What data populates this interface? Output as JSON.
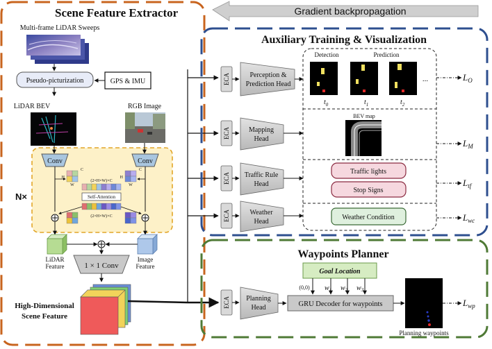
{
  "banner": {
    "gradient": "Gradient backpropagation"
  },
  "extractor": {
    "title": "Scene Feature Extractor",
    "lidar_sweeps": "Multi-frame LiDAR Sweeps",
    "pseudo": "Pseudo-picturization",
    "gps": "GPS & IMU",
    "lidar_bev": "LiDAR BEV",
    "rgb": "RGB Image",
    "conv": "Conv",
    "attn": "Self-Attention",
    "dim_top": "(2×H×W)×C",
    "dim_bot": "(2×H×W)×C",
    "h": "H",
    "w": "W",
    "c": "C",
    "nx": "N×",
    "lidar_feature": [
      "LiDAR",
      "Feature"
    ],
    "image_feature": [
      "Image",
      "Feature"
    ],
    "conv1x1": "1 × 1 Conv",
    "hd_feature": [
      "High-Dimensional",
      "Scene Feature"
    ]
  },
  "aux": {
    "title": "Auxiliary Training & Visualization",
    "eca": "ECA",
    "heads": [
      [
        "Perception &",
        "Prediction Head"
      ],
      [
        "Mapping",
        "Head"
      ],
      [
        "Traffic Rule",
        "Head"
      ],
      [
        "Weather",
        "Head"
      ]
    ],
    "detection": "Detection",
    "prediction": "Prediction",
    "ellipsis": "...",
    "t0": "t",
    "t0_sub": "0",
    "t1": "t",
    "t1_sub": "1",
    "t2": "t",
    "t2_sub": "2",
    "bev_map": "BEV map",
    "traffic_lights": "Traffic lights",
    "stop_signs": "Stop Signs",
    "weather": "Weather Condition",
    "losses": [
      [
        "L",
        "O"
      ],
      [
        "L",
        "M"
      ],
      [
        "L",
        "tf"
      ],
      [
        "L",
        "wc"
      ]
    ]
  },
  "planner": {
    "title": "Waypoints Planner",
    "goal": "Goal Location",
    "origin": "(0,0)",
    "w": "w",
    "w_subs": [
      "1",
      "2",
      "3"
    ],
    "eca": "ECA",
    "head": [
      "Planning",
      "Head"
    ],
    "gru": "GRU Decoder for waypoints",
    "planning_wp": "Planning waypoints",
    "loss": [
      "L",
      "wp"
    ]
  },
  "colors": {
    "orange": "#c8641e",
    "blue": "#2e4f8f",
    "green": "#4f7a36",
    "yellow_bg": "#fdf1c8",
    "pink": "#f6d8df",
    "mint": "#dff0de"
  }
}
